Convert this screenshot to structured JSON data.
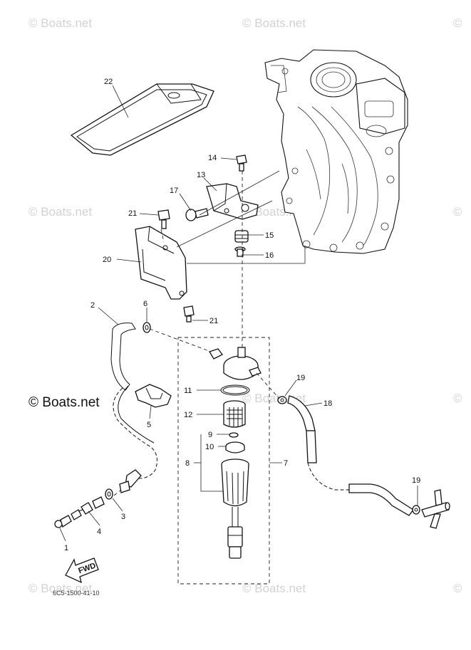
{
  "watermark": {
    "text": "Boats.net",
    "main_text": "© Boats.net",
    "copyright_symbol": "©"
  },
  "diagram_code": "6C5-1500-41-10",
  "fwd_label": "FWD",
  "callouts": {
    "p1": "1",
    "p2": "2",
    "p3": "3",
    "p4": "4",
    "p5": "5",
    "p6": "6",
    "p7": "7",
    "p8": "8",
    "p9": "9",
    "p10": "10",
    "p11": "11",
    "p12": "12",
    "p13": "13",
    "p14": "14",
    "p15": "15",
    "p16": "16",
    "p17": "17",
    "p18": "18",
    "p19a": "19",
    "p19b": "19",
    "p20": "20",
    "p21a": "21",
    "p21b": "21",
    "p22": "22"
  }
}
